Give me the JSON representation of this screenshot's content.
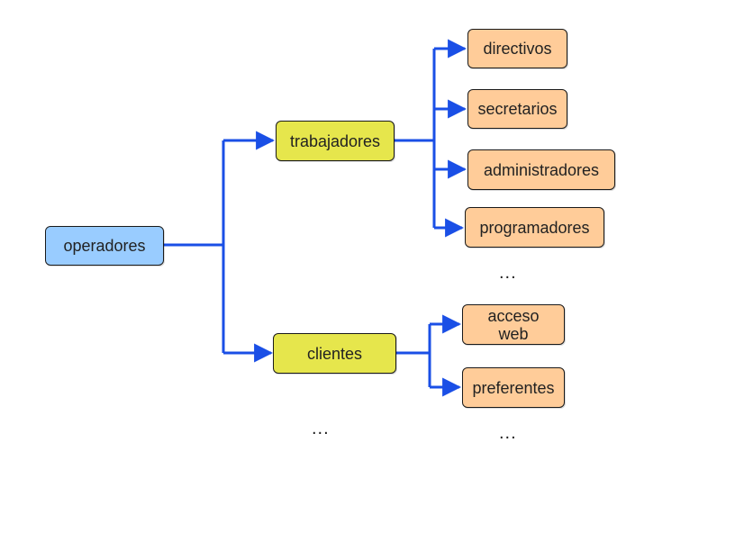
{
  "colors": {
    "connector": "#1a4fe6",
    "root": "#99ccff",
    "group": "#e6e64c",
    "leaf": "#ffcc99"
  },
  "nodes": {
    "operadores": "operadores",
    "trabajadores": "trabajadores",
    "clientes": "clientes",
    "directivos": "directivos",
    "secretarios": "secretarios",
    "administradores": "administradores",
    "programadores": "programadores",
    "acceso_web": [
      "acceso",
      "web"
    ],
    "preferentes": "preferentes"
  },
  "ellipses": {
    "trabajadores_more": "...",
    "clientes_more": "...",
    "groups_more": "..."
  }
}
